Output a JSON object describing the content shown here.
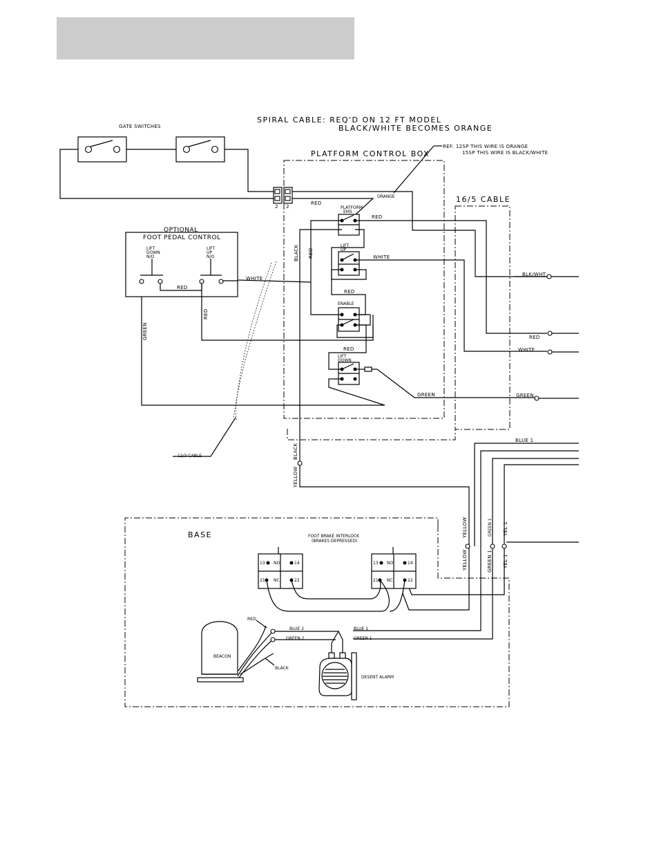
{
  "labels": {
    "spiral_line1": "SPIRAL CABLE:  REQ'D ON 12 FT MODEL",
    "spiral_line2": "BLACK/WHITE BECOMES ORANGE",
    "ref_line1": "REF: 12SP THIS WIRE IS ORANGE",
    "ref_line2": "15SP THIS WIRE IS BLACK/WHITE",
    "gate_switches": "GATE SWITCHES",
    "platform_control_box": "PLATFORM CONTROL BOX",
    "cable_16_5": "16/5 CABLE",
    "optional": "OPTIONAL",
    "foot_pedal_control": "FOOT PEDAL CONTROL",
    "lift_down_no_1": "LIFT",
    "lift_down_no_2": "DOWN",
    "lift_down_no_3": "N/O",
    "lift_up_no_1": "LIFT",
    "lift_up_no_2": "UP",
    "lift_up_no_3": "N/O",
    "platform_ems_1": "PLATFORM",
    "platform_ems_2": "EMS",
    "lift_up_1": "LIFT",
    "lift_up_2": "UP",
    "enable": "ENABLE",
    "lift_down_1": "LIFT",
    "lift_down_2": "DOWN",
    "base": "BASE",
    "foot_brake_1": "FOOT BRAKE INTERLOCK",
    "foot_brake_2": "(BRAKES DEPRESSED)",
    "beacon": "BEACON",
    "desent_alarm": "DESENT ALARM",
    "cable_12_3": "12/3 CABLE",
    "term_13": "13",
    "term_14": "14",
    "term_21": "21",
    "term_22": "22",
    "no": "NO",
    "nc": "NC",
    "term_2": "2"
  },
  "wires": {
    "red": "RED",
    "orange": "ORANGE",
    "white": "WHITE",
    "black": "BLACK",
    "green": "GREEN",
    "yellow": "YELLOW",
    "blk_wht": "BLK/WHT",
    "blue_1": "BLUE 1",
    "blue_2": "BLUE 2",
    "green_1": "GREEN 1",
    "green_2": "GREEN 2",
    "yel_1": "YEL 1"
  }
}
